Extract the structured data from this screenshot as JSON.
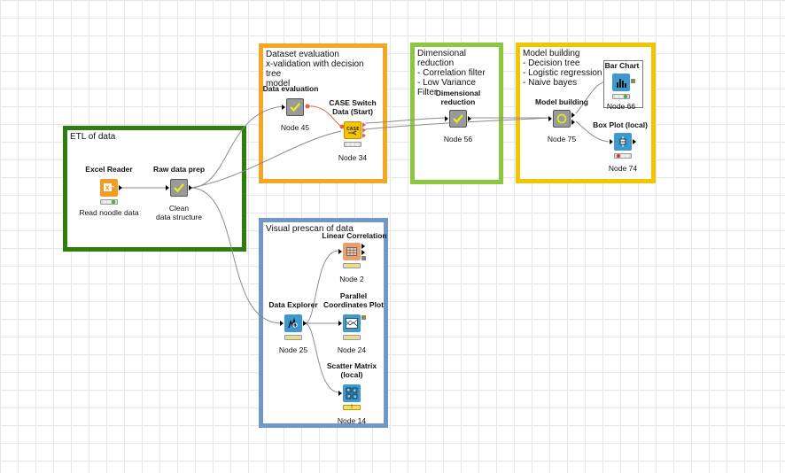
{
  "annotations": {
    "etl": {
      "text": "ETL of data",
      "color": "#2e7d0d"
    },
    "dataset_eval": {
      "text": "Dataset evaluation\nx-validation with decision tree\nmodel",
      "color": "#f5a623"
    },
    "dim_red": {
      "text": "Dimensional\nreduction\n- Correlation filter\n- Low Variance Filter",
      "color": "#8dc63f"
    },
    "model_building": {
      "text": "Model building\n- Decision tree\n- Logistic regression\n- Naive bayes",
      "color": "#f2c500"
    },
    "visual_prescan": {
      "text": "Visual prescan of data",
      "color": "#6f97c8"
    }
  },
  "nodes": {
    "excel_reader": {
      "title": "Excel Reader",
      "caption": "Read noodle data",
      "icon": "excel-icon",
      "color": "#f59a23",
      "status": [
        "#f0f0f0",
        "#f0f0f0",
        "#3cb043"
      ]
    },
    "raw_data_prep": {
      "title": "Raw data prep",
      "caption": "Clean\ndata structure",
      "icon": "check-icon",
      "color": "#9a9a9a",
      "status": []
    },
    "data_evaluation": {
      "title": "Data evaluation",
      "caption": "Node 45",
      "icon": "check-icon",
      "color": "#9a9a9a",
      "status": []
    },
    "case_switch": {
      "title": "CASE Switch\nData (Start)",
      "caption": "Node 34",
      "icon": "case-icon",
      "color": "#f7c400",
      "status": [
        "#f0f0f0",
        "#f0f0f0",
        "#f0f0f0"
      ]
    },
    "dim_reduction": {
      "title": "Dimensional\nreduction",
      "caption": "Node 56",
      "icon": "check-icon",
      "color": "#9a9a9a",
      "status": []
    },
    "model_building": {
      "title": "Model building",
      "caption": "Node 75",
      "icon": "circle-icon",
      "color": "#9a9a9a",
      "status": []
    },
    "bar_chart": {
      "title": "Bar Chart",
      "caption": "Node 66",
      "icon": "bar-chart-icon",
      "color": "#3d9ad1",
      "status": [
        "#f0f0f0",
        "#f0f0f0",
        "#3cb043"
      ]
    },
    "box_plot": {
      "title": "Box Plot (local)",
      "caption": "Node 74",
      "icon": "box-plot-icon",
      "color": "#3d9ad1",
      "status": [
        "#e03030",
        "#f0f0f0",
        "#f0f0f0"
      ]
    },
    "linear_correlation": {
      "title": "Linear Correlation",
      "caption": "Node 2",
      "icon": "table-icon",
      "color": "#e6a070",
      "status": [
        "#f2e05a",
        "#f2e05a",
        "#f2e05a"
      ]
    },
    "data_explorer": {
      "title": "Data Explorer",
      "caption": "Node 25",
      "icon": "explorer-icon",
      "color": "#3d9ad1",
      "status": [
        "#f2e05a",
        "#f2e05a",
        "#f2e05a"
      ]
    },
    "parallel_coords": {
      "title": "Parallel\nCoordinates Plot",
      "caption": "Node 24",
      "icon": "parallel-icon",
      "color": "#3d9ad1",
      "status": [
        "#f2e05a",
        "#f2e05a",
        "#f2e05a"
      ]
    },
    "scatter_matrix": {
      "title": "Scatter Matrix\n(local)",
      "caption": "Node 14",
      "icon": "scatter-icon",
      "color": "#3d9ad1",
      "status": [
        "warning"
      ]
    }
  }
}
